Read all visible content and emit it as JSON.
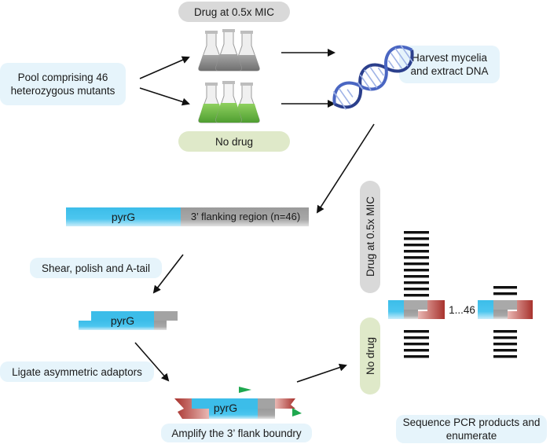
{
  "labels": {
    "drug_mic": "Drug at 0.5x MIC",
    "no_drug": "No drug",
    "pool": "Pool comprising 46 heterozygous mutants",
    "harvest": "Harvest mycelia and extract DNA",
    "pyrg": "pyrG",
    "flanking": "3’ flanking region (n=46)",
    "shear": "Shear, polish and A-tail",
    "ligate": "Ligate asymmetric adaptors",
    "amplify": "Amplify the 3’ flank boundry",
    "drug_mic_vertical": "Drug at 0.5x MIC",
    "no_drug_vertical": "No drug",
    "range": "1...46",
    "sequence": "Sequence PCR products and enumerate"
  },
  "colors": {
    "cyan": "#3fc0ea",
    "gray_bar": "#9d9d9d",
    "adaptor_red": "#b23b35",
    "primer_green": "#1fa84f",
    "flask_gray": "#8f8f8f",
    "flask_green": "#6cbd45",
    "dna_blue": "#2b3f8c"
  }
}
